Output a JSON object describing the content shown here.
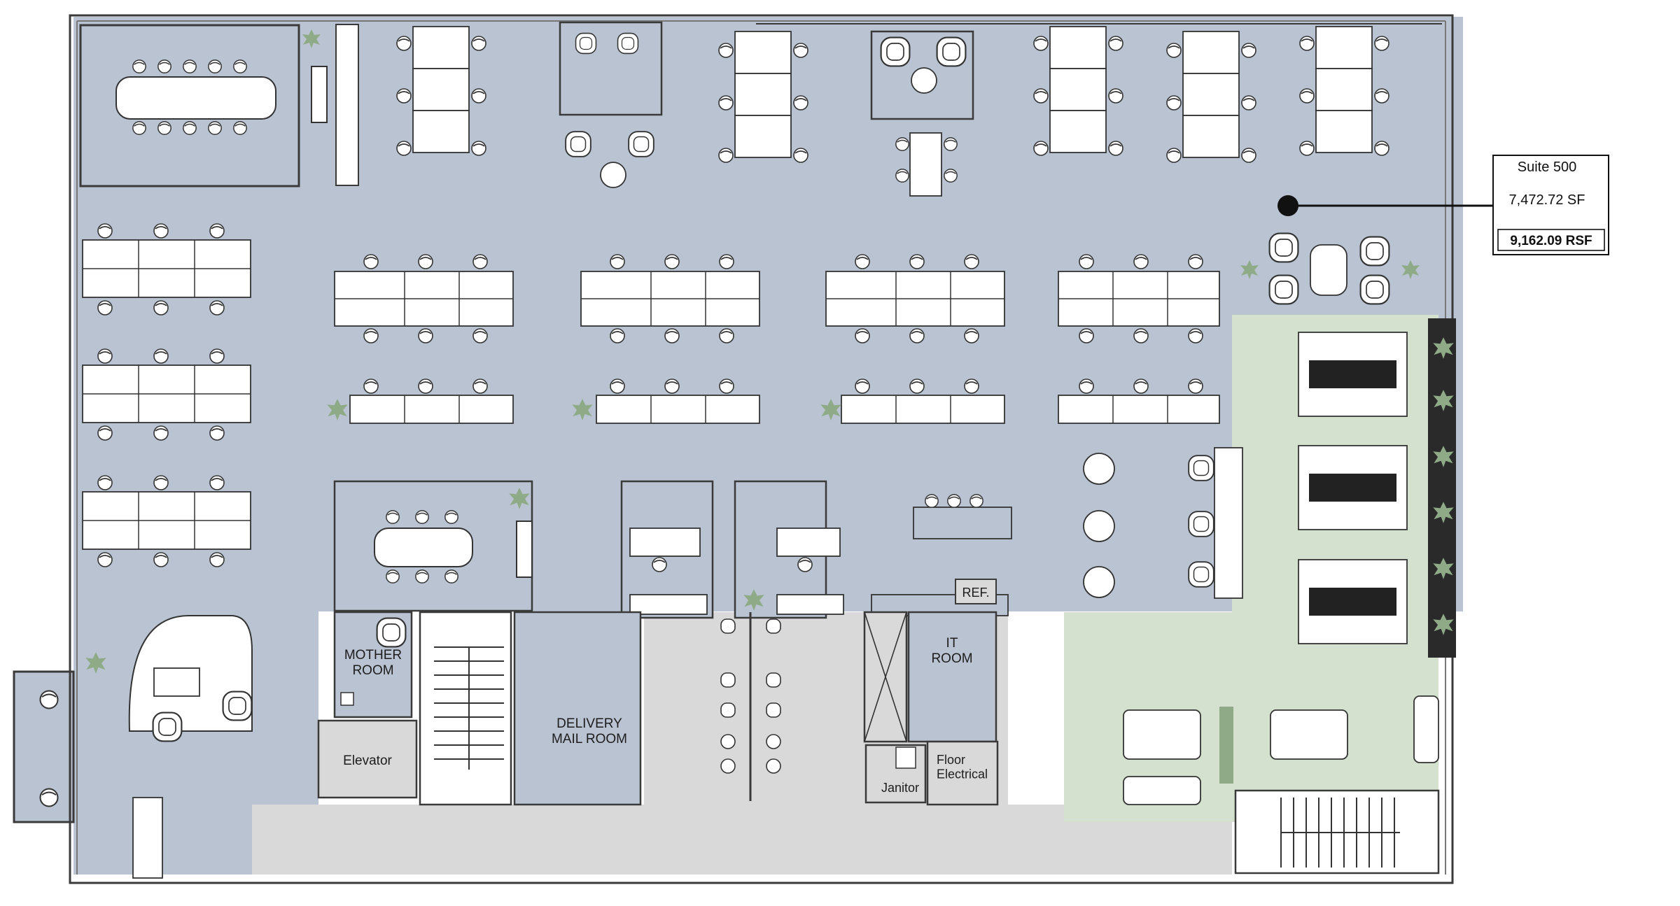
{
  "suite": {
    "name": "Suite 500",
    "area_sf": "7,472.72 SF",
    "area_rsf": "9,162.09 RSF"
  },
  "rooms": {
    "mother_room": "MOTHER\nROOM",
    "elevator": "Elevator",
    "delivery_mail_room": "DELIVERY\nMAIL ROOM",
    "it_room": "IT\nROOM",
    "janitor": "Janitor",
    "floor_electrical": "Floor\nElectrical",
    "ref": "REF."
  },
  "colors": {
    "office_floor": "#b9c3d2",
    "core_floor": "#d9d9d9",
    "cafe_floor": "#d5e1cf",
    "wall": "#3a3a3a",
    "desk": "#ffffff",
    "plant": "#8faa86"
  }
}
